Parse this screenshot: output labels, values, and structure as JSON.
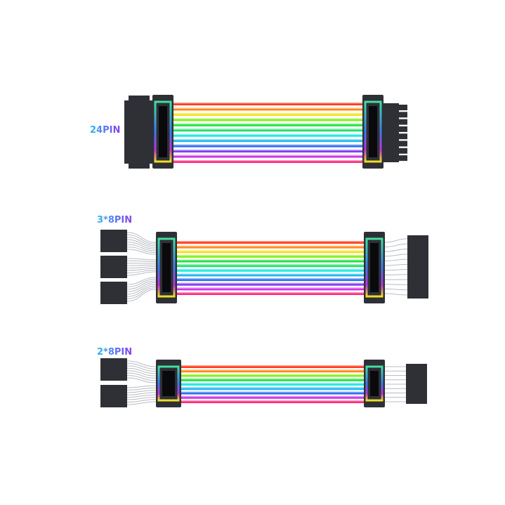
{
  "cables": [
    {
      "label": "24PIN",
      "wires": 12,
      "left_connectors": 1
    },
    {
      "label": "3*8PIN",
      "wires": 12,
      "left_connectors": 3
    },
    {
      "label": "2*8PIN",
      "wires": 9,
      "left_connectors": 2
    }
  ],
  "colors": {
    "wires": [
      "#ff3b1f",
      "#ff8a1a",
      "#f2e21a",
      "#86ef1a",
      "#1fe33a",
      "#1fe06a",
      "#1ee8e0",
      "#19b8f5",
      "#2a6df5",
      "#7b3cf0",
      "#d230e6",
      "#ff2a7a"
    ],
    "connector": "#2e3036",
    "label_gradient": [
      "#2bb6f0",
      "#8a3cf0"
    ]
  }
}
